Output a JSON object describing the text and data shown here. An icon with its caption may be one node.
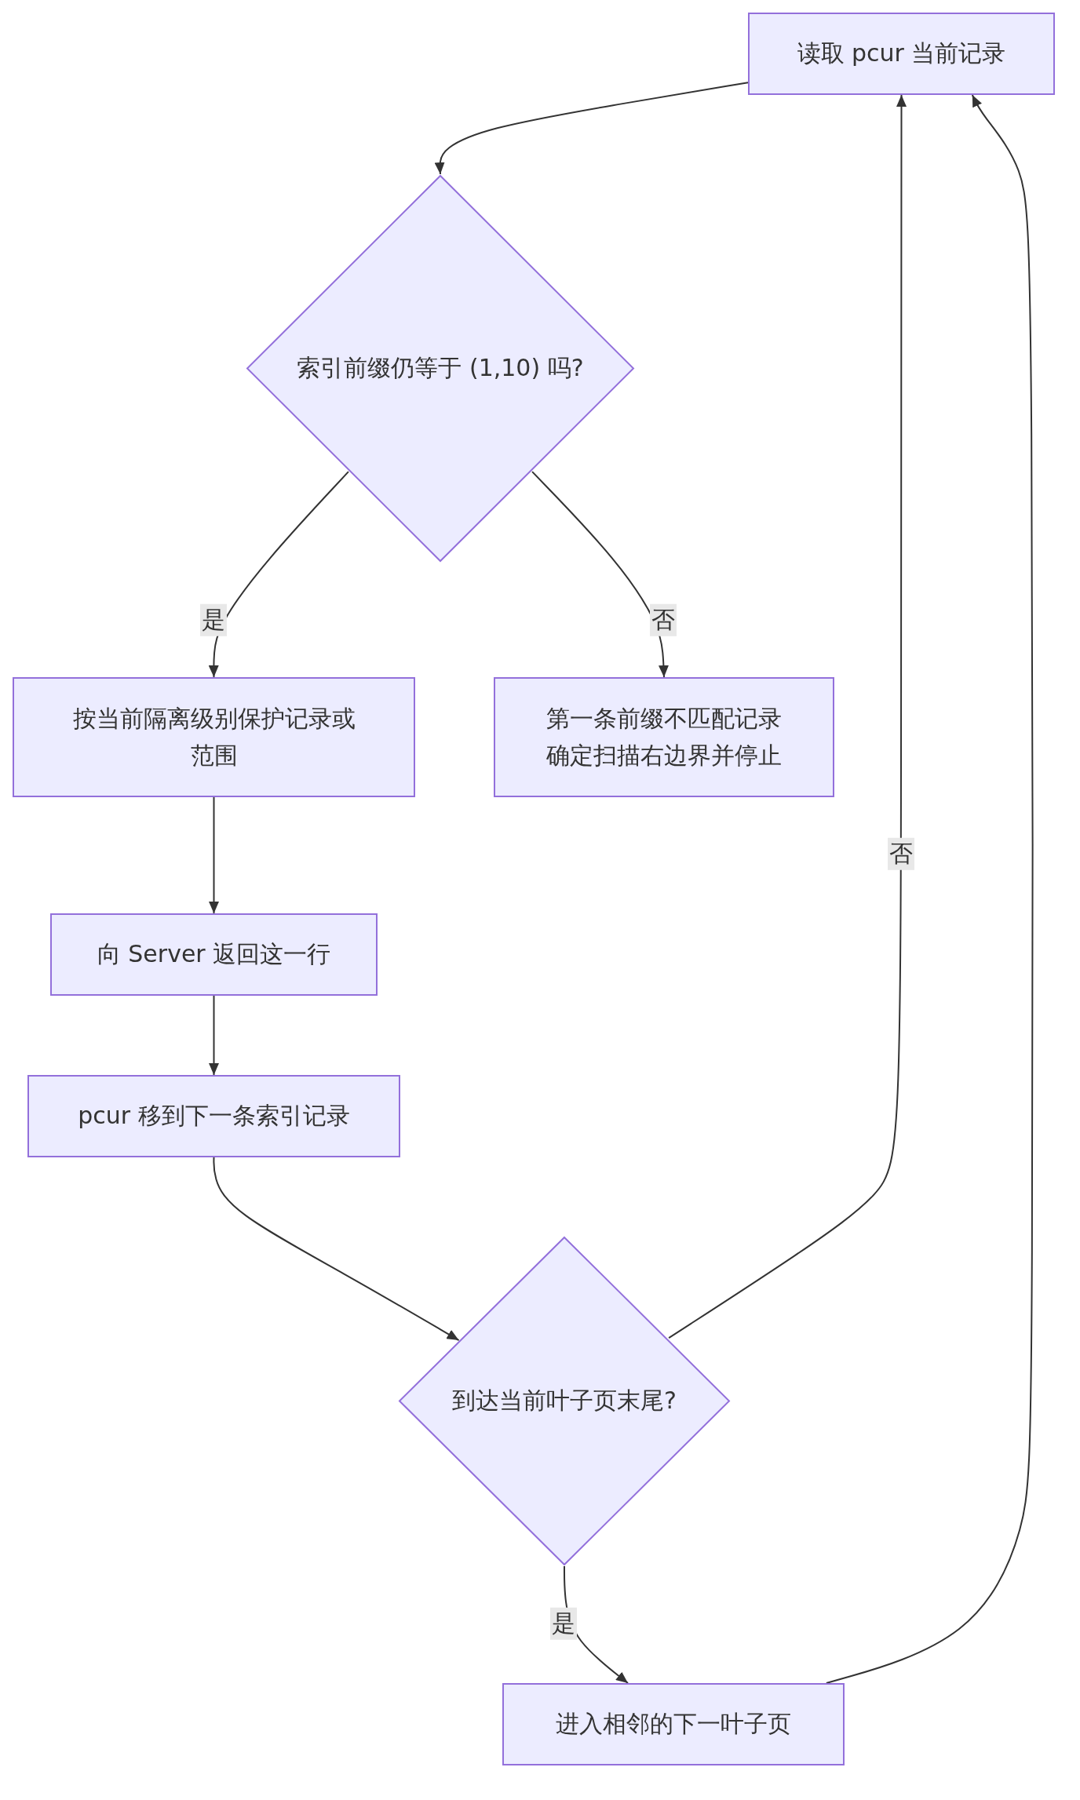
{
  "diagram": {
    "nodes": [
      {
        "text": [
          "读取 pcur 当前记录"
        ]
      },
      {
        "text": [
          "索引前缀仍等于 (1,10) 吗?"
        ]
      },
      {
        "text": [
          "按当前隔离级别保护记录或范围"
        ]
      },
      {
        "text": [
          "第一条前缀不匹配记录确定扫描右边界并停止"
        ]
      },
      {
        "text": [
          "向 Server 返回这一行"
        ]
      },
      {
        "text": [
          "pcur 移到下一条索引记录"
        ]
      },
      {
        "text": [
          "到达当前叶子页末尾?"
        ]
      },
      {
        "text": [
          "进入相邻的下一叶子页"
        ]
      }
    ],
    "edges": [
      {
        "from": 0,
        "to": 1,
        "arrow": "to"
      },
      {
        "from": 1,
        "to": 2,
        "arrow": "to",
        "label": "是"
      },
      {
        "from": 1,
        "to": 3,
        "arrow": "to",
        "label": "否"
      },
      {
        "from": 2,
        "to": 4,
        "arrow": "to"
      },
      {
        "from": 4,
        "to": 5,
        "arrow": "to"
      },
      {
        "from": 5,
        "to": 6,
        "arrow": "to"
      },
      {
        "from": 6,
        "to": 0,
        "arrow": "to",
        "label": "否"
      },
      {
        "from": 6,
        "to": 7,
        "arrow": "to",
        "label": "是"
      },
      {
        "from": 7,
        "to": 0,
        "arrow": "to"
      }
    ]
  }
}
